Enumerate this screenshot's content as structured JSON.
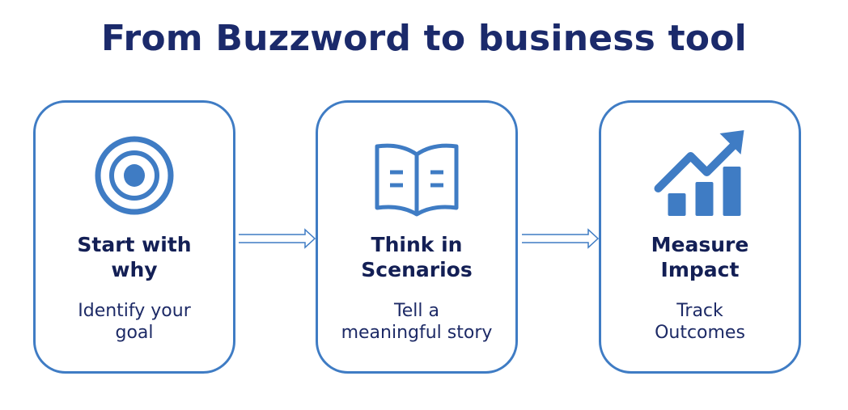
{
  "title": "From Buzzword to business tool",
  "steps": [
    {
      "icon": "target-icon",
      "heading_line1": "Start with",
      "heading_line2": "why",
      "sub_line1": "Identify your",
      "sub_line2": "goal"
    },
    {
      "icon": "open-book-icon",
      "heading_line1": "Think in",
      "heading_line2": "Scenarios",
      "sub_line1": "Tell a",
      "sub_line2": "meaningful story"
    },
    {
      "icon": "growth-chart-icon",
      "heading_line1": "Measure",
      "heading_line2": "Impact",
      "sub_line1": "Track",
      "sub_line2": "Outcomes"
    }
  ],
  "colors": {
    "accent": "#3f7cc4",
    "title": "#1b2a6b"
  }
}
